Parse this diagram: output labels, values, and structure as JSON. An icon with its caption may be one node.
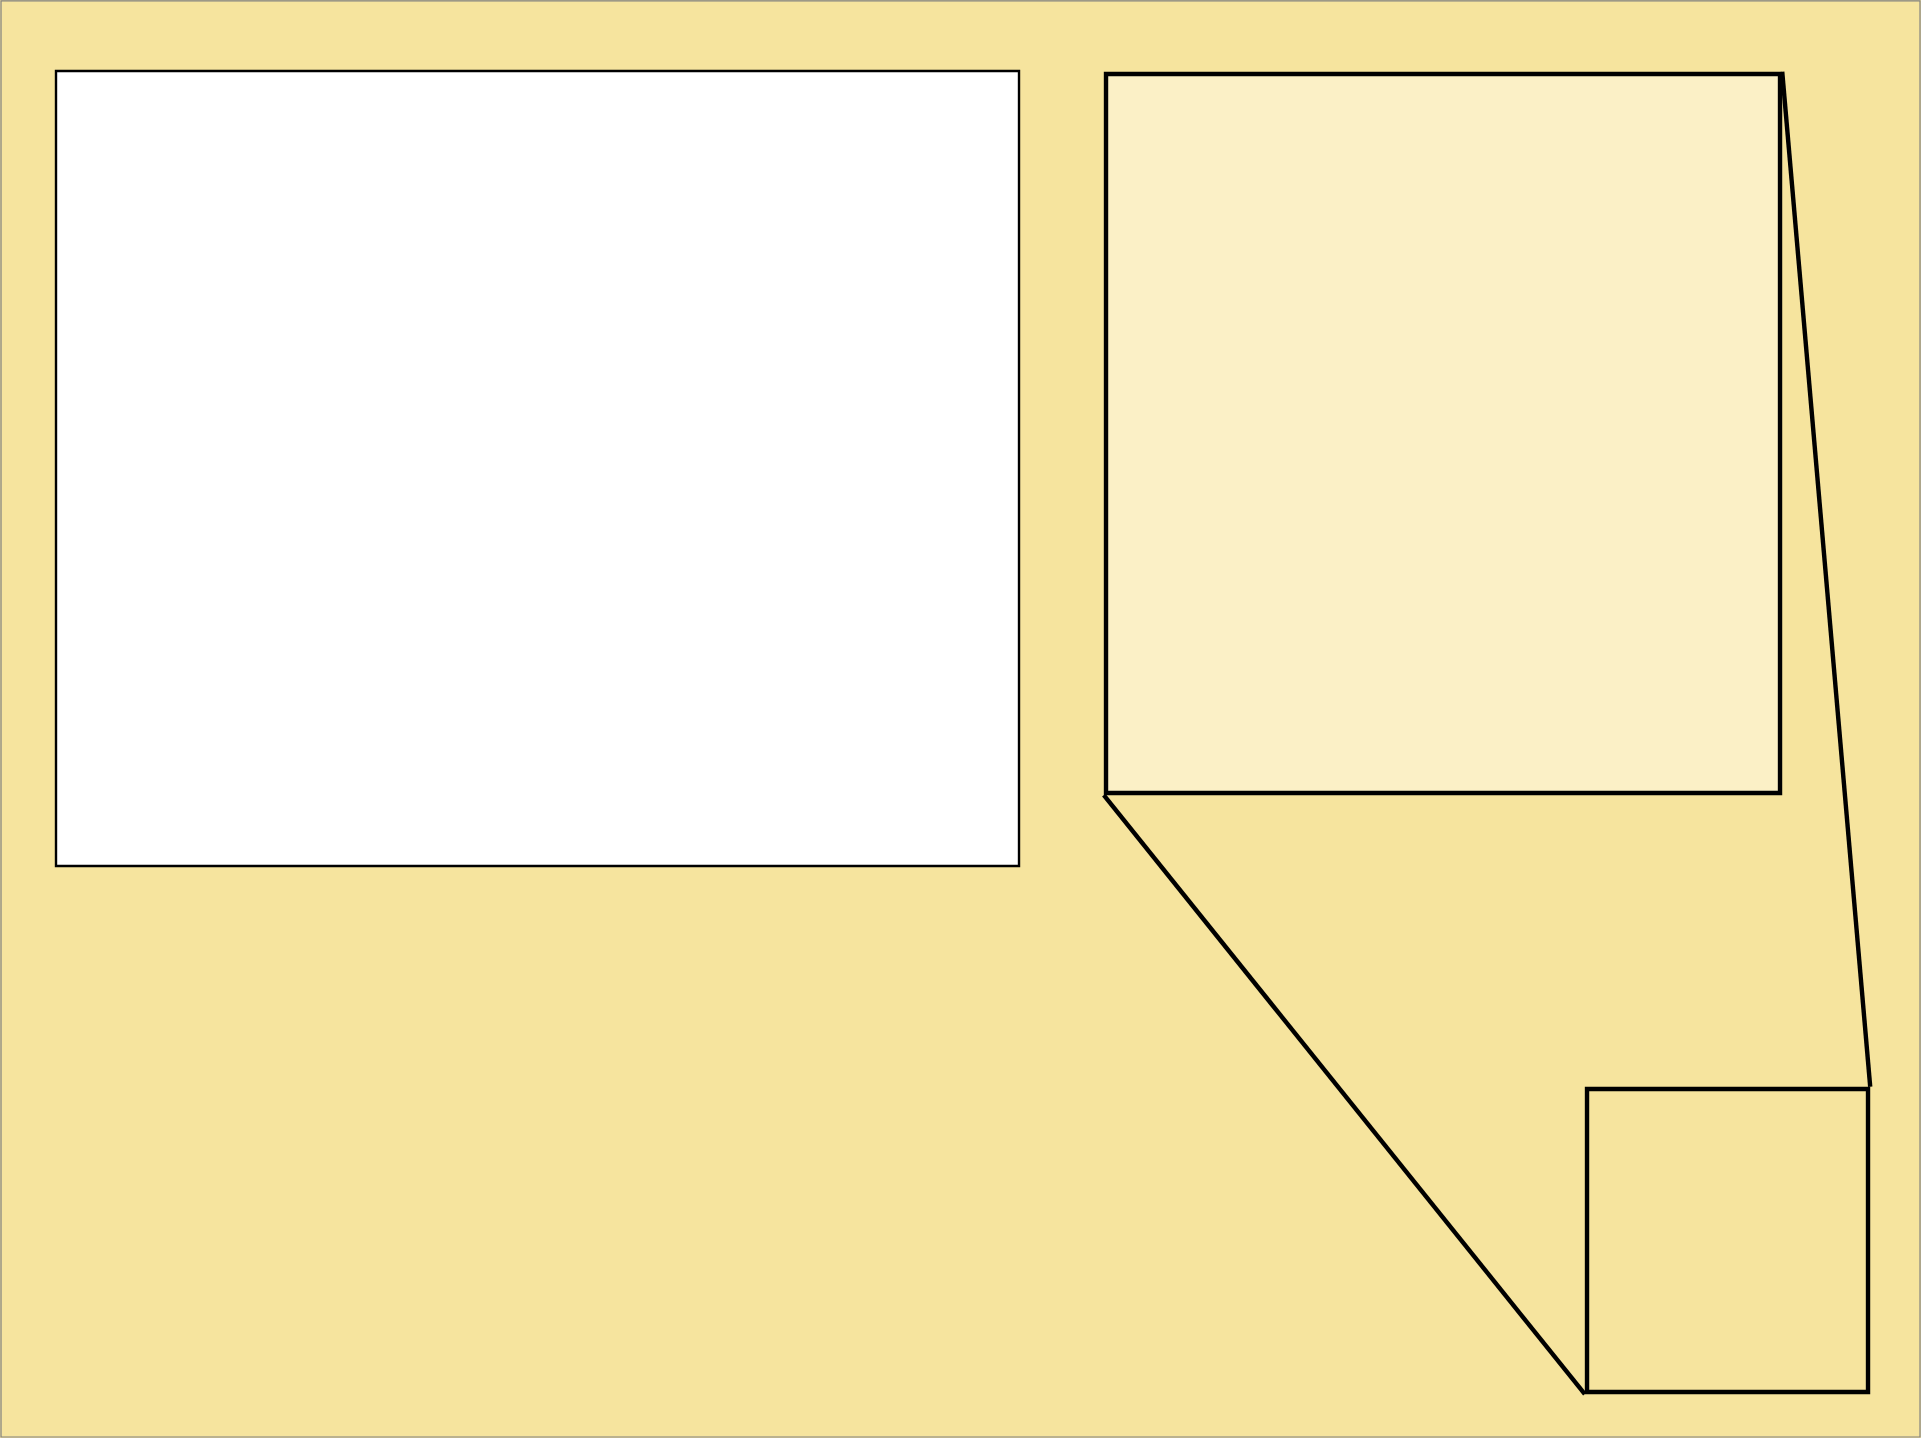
{
  "diagram": {
    "nodes": [
      {
        "text": [],
        "shape": "box"
      },
      {
        "text": [],
        "shape": "box"
      },
      {
        "text": [],
        "shape": "box"
      }
    ],
    "edges": [
      {
        "from": 2,
        "to": 1,
        "arrow": "none"
      },
      {
        "from": 2,
        "to": 1,
        "arrow": "none"
      }
    ]
  }
}
